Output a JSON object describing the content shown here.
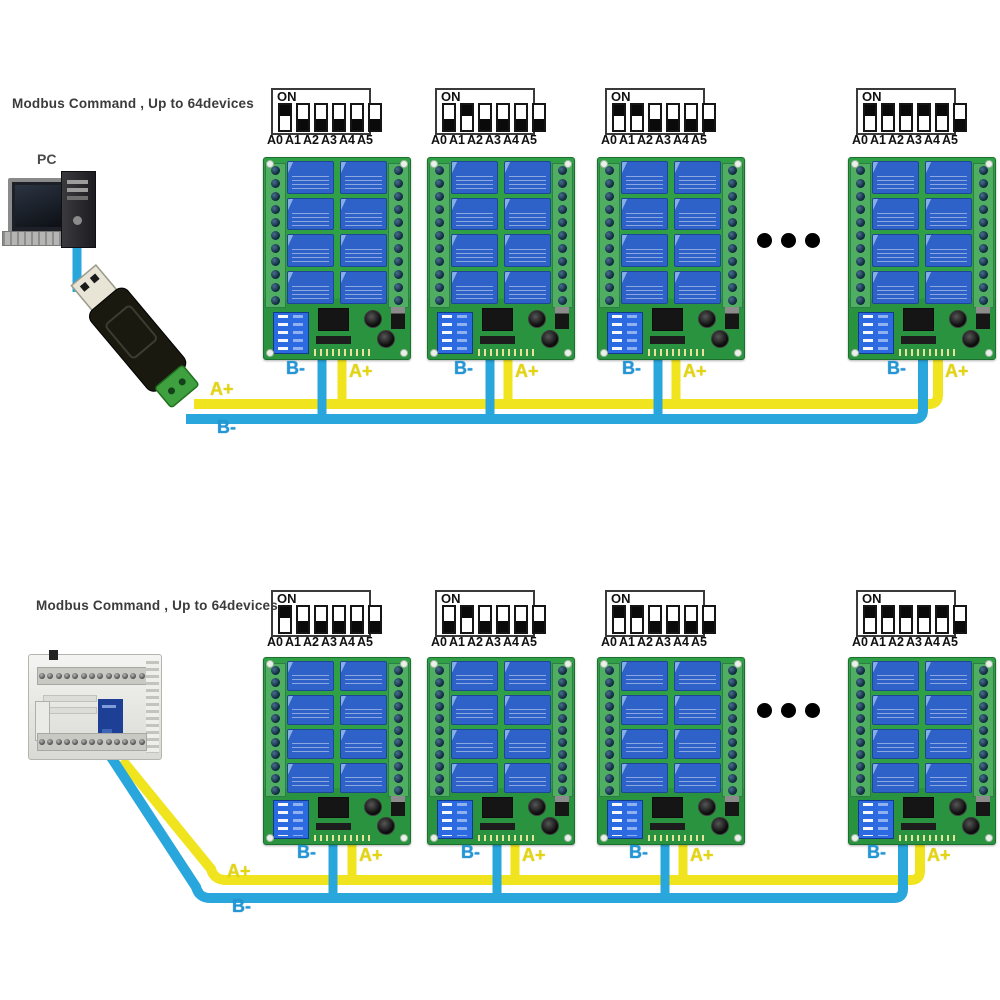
{
  "dip": {
    "header": "ON",
    "pins": [
      "A0",
      "A1",
      "A2",
      "A3",
      "A4",
      "A5"
    ]
  },
  "wire_labels": {
    "a": "A+",
    "b": "B-"
  },
  "more_devices_dots": 3,
  "colors": {
    "wire_a": "#f0e41e",
    "wire_b": "#29a7dc",
    "label_a": "#e3d414",
    "label_b": "#2596d4",
    "pcb_green": "#2fa046",
    "relay_blue": "#2e62c8",
    "terminal_green": "#4fae62"
  },
  "sections": [
    {
      "id": "pc-chain",
      "title": "Modbus Command , Up to 64devices",
      "device_label": "PC",
      "boards": [
        {
          "dip_on": [
            1,
            0,
            0,
            0,
            0,
            0
          ]
        },
        {
          "dip_on": [
            0,
            1,
            0,
            0,
            0,
            0
          ]
        },
        {
          "dip_on": [
            1,
            1,
            0,
            0,
            0,
            0
          ]
        },
        {
          "dip_on": [
            1,
            1,
            1,
            1,
            1,
            0
          ]
        }
      ]
    },
    {
      "id": "plc-chain",
      "title": "Modbus Command , Up to 64devices",
      "boards": [
        {
          "dip_on": [
            1,
            0,
            0,
            0,
            0,
            0
          ]
        },
        {
          "dip_on": [
            0,
            1,
            0,
            0,
            0,
            0
          ]
        },
        {
          "dip_on": [
            1,
            1,
            0,
            0,
            0,
            0
          ]
        },
        {
          "dip_on": [
            1,
            1,
            1,
            1,
            1,
            0
          ]
        }
      ]
    }
  ]
}
